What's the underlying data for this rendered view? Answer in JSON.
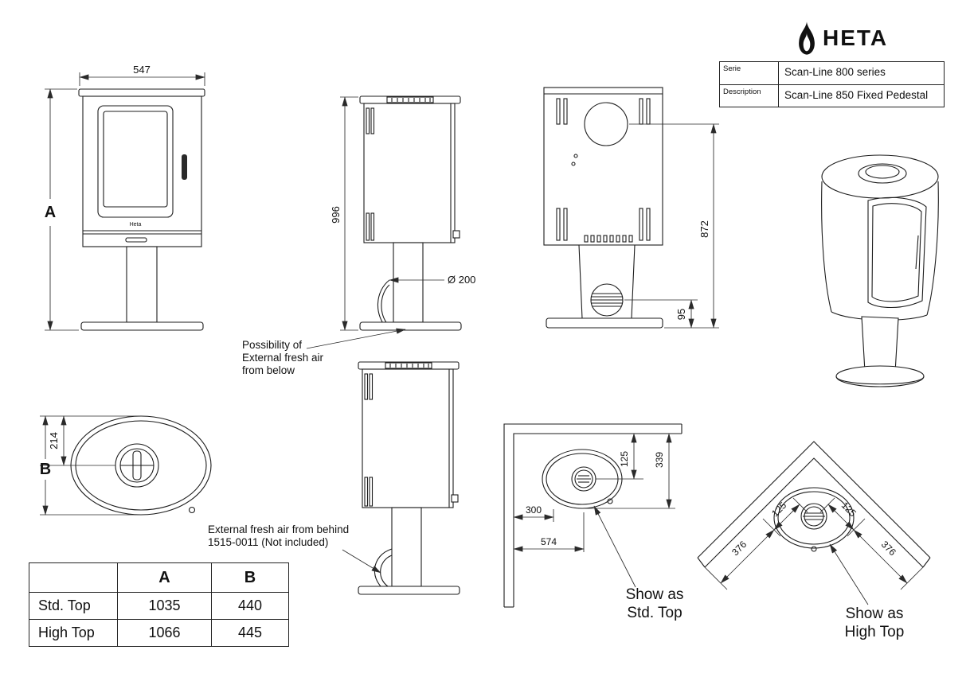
{
  "logo": {
    "text": "HETA"
  },
  "title_block": {
    "serie_label": "Serie",
    "serie_value": "Scan-Line 800 series",
    "description_label": "Description",
    "description_value": "Scan-Line 850 Fixed Pedestal"
  },
  "branding": {
    "door_text": "Heta"
  },
  "dims": {
    "front_width": "547",
    "front_height": "A",
    "side_height": "996",
    "flue_diameter": "Ø 200",
    "rear_flue_height": "872",
    "rear_vent_height": "95",
    "top_front_depth": "214",
    "top_total_depth": "B",
    "corner_wall_to_stove": "300",
    "corner_wall_to_front": "574",
    "corner_flue_offset": "125",
    "corner_wall_to_flue": "339",
    "corner2_left_376": "376",
    "corner2_left_125": "125",
    "corner2_right_125": "125",
    "corner2_right_376": "376"
  },
  "annotations": {
    "fresh_air_below": [
      "Possibility of",
      "External fresh air",
      "from below"
    ],
    "fresh_air_behind": [
      "External fresh air from behind",
      "1515-0011 (Not included)"
    ],
    "show_as_std": [
      "Show as",
      "Std. Top"
    ],
    "show_as_high": [
      "Show as",
      "High Top"
    ]
  },
  "size_table": {
    "header": {
      "a": "A",
      "b": "B"
    },
    "rows": [
      {
        "label": "Std. Top",
        "a": "1035",
        "b": "440"
      },
      {
        "label": "High Top",
        "a": "1066",
        "b": "445"
      }
    ]
  }
}
